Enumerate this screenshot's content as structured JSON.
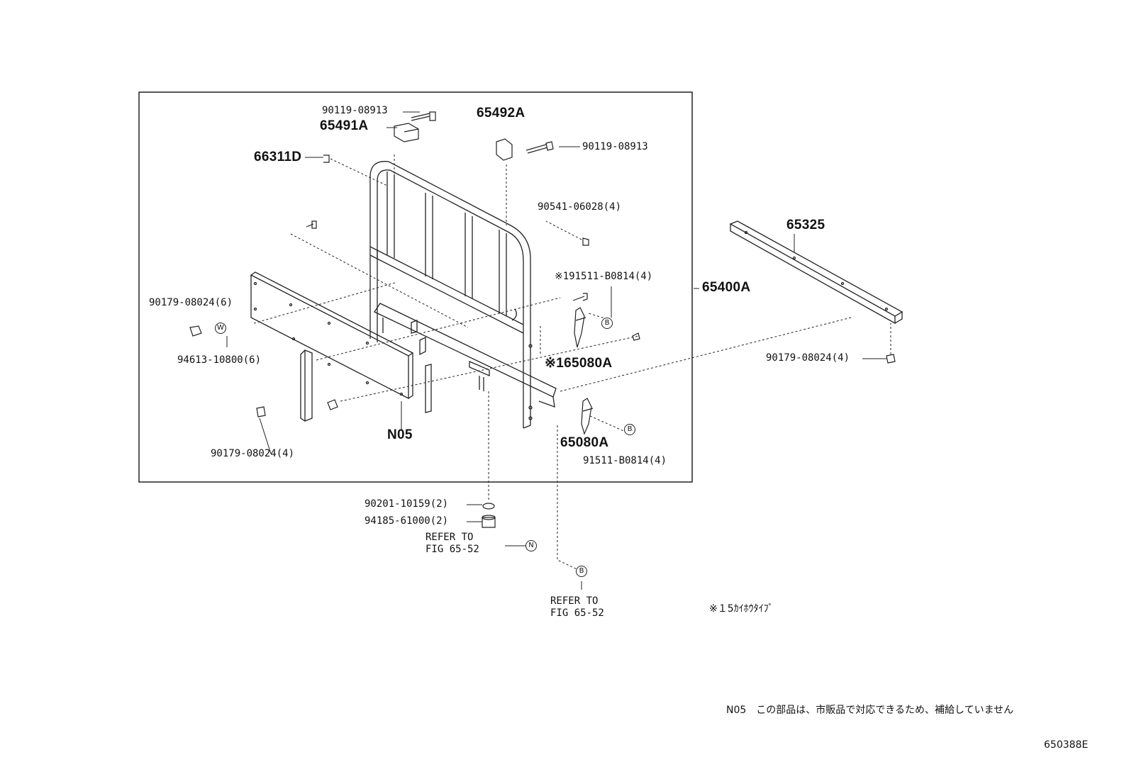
{
  "diagram": {
    "frame_label": "65400A",
    "labels": {
      "bolt_top_left": "90119-08913",
      "bracket_left": "65491A",
      "bracket_right": "65492A",
      "bolt_top_right": "90119-08913",
      "pin": "66311D",
      "bolt_side": "90541-06028(4)",
      "rail": "65325",
      "rivet_star": "※191511-B0814(4)",
      "latch_star": "※165080A",
      "nut_left": "90179-08024(6)",
      "washer_left": "94613-10800(6)",
      "nut_rail": "90179-08024(4)",
      "board": "N05",
      "nut_bottom_left": "90179-08024(4)",
      "latch": "65080A",
      "rivet": "91511-B0814(4)",
      "washer_bottom": "90201-10159(2)",
      "cushion_bottom": "94185-61000(2)"
    },
    "circle_marks": {
      "w": "W",
      "b": "B",
      "n": "N"
    },
    "refer_1": "REFER TO\nFIG 65-52",
    "refer_2": "REFER TO\nFIG 65-52",
    "type_note": "※１5ｶｲﾎｳﾀｲﾌﾟ",
    "footnote": "N05　この部品は、市販品で対応できるため、補給していません",
    "figure_code": "650388E"
  }
}
